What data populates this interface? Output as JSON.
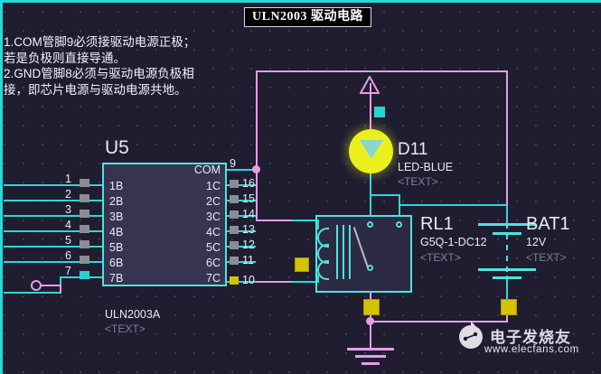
{
  "title": {
    "text": "ULN2003 驱动电路"
  },
  "note": {
    "text": "1.COM管脚9必须接驱动电源正极；\n若是负极则直接导通。\n2.GND管脚8必须与驱动电源负极相\n接，即芯片电源与驱动电源共地。"
  },
  "ic": {
    "reference": "U5",
    "value": "ULN2003A",
    "text": "<TEXT>",
    "com_label": "COM",
    "com_pin": "9",
    "input_pins": [
      {
        "num": "1",
        "label": "1B",
        "state": "inactive"
      },
      {
        "num": "2",
        "label": "2B",
        "state": "inactive"
      },
      {
        "num": "3",
        "label": "3B",
        "state": "inactive"
      },
      {
        "num": "4",
        "label": "4B",
        "state": "inactive"
      },
      {
        "num": "5",
        "label": "5B",
        "state": "inactive"
      },
      {
        "num": "6",
        "label": "6B",
        "state": "inactive"
      },
      {
        "num": "7",
        "label": "7B",
        "state": "active"
      }
    ],
    "output_pins": [
      {
        "num": "16",
        "label": "1C",
        "state": "inactive"
      },
      {
        "num": "15",
        "label": "2C",
        "state": "inactive"
      },
      {
        "num": "14",
        "label": "3C",
        "state": "inactive"
      },
      {
        "num": "13",
        "label": "4C",
        "state": "inactive"
      },
      {
        "num": "12",
        "label": "5C",
        "state": "inactive"
      },
      {
        "num": "11",
        "label": "6C",
        "state": "inactive"
      },
      {
        "num": "10",
        "label": "7C",
        "state": "driven"
      }
    ]
  },
  "led": {
    "reference": "D11",
    "value": "LED-BLUE",
    "text": "<TEXT>"
  },
  "relay": {
    "reference": "RL1",
    "value": "G5Q-1-DC12",
    "text": "<TEXT>"
  },
  "battery": {
    "reference": "BAT1",
    "value": "12V",
    "text": "<TEXT>"
  },
  "watermark": {
    "brand": "电子发烧友",
    "url": "www.elecfans.com"
  },
  "colors": {
    "background": "#201d31",
    "wire_cyan": "#29d9d9",
    "wire_pink": "#e79ce6",
    "component_border": "#4fe3e0",
    "led_glow": "#e9f01e",
    "junction_yellow": "#d4c400",
    "pad_gray": "#8c8c95",
    "pad_active": "#24d5cd",
    "text": "#e9e9f5"
  }
}
